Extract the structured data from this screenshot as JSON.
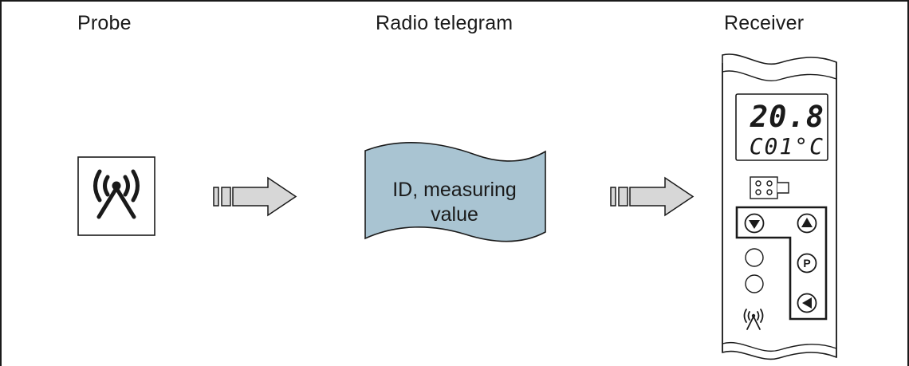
{
  "headings": {
    "probe": "Probe",
    "telegram": "Radio telegram",
    "receiver": "Receiver"
  },
  "telegram": {
    "line1": "ID, measuring",
    "line2": "value"
  },
  "receiver_display": {
    "top_value": "20.8",
    "bottom_value": "C01°C"
  },
  "receiver_buttons": {
    "program_letter": "P"
  },
  "colors": {
    "telegram_fill": "#a9c4d2",
    "arrow_fill": "#d7d7d7",
    "line": "#1a1a1a"
  },
  "icons": {
    "probe": "radio-antenna-icon",
    "arrow": "transmission-arrow-icon",
    "receiver_signal": "radio-antenna-icon"
  }
}
